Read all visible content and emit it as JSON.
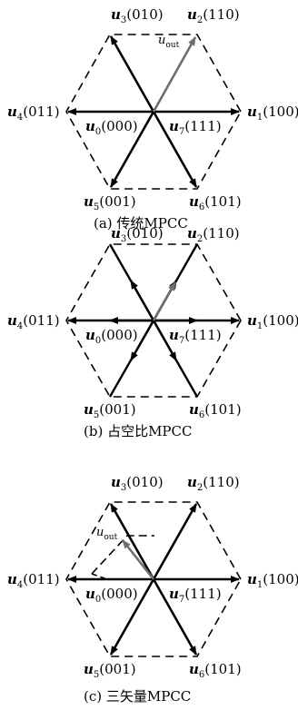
{
  "panels": [
    {
      "caption": "(a) 传统MPCC",
      "show_uout": true,
      "uout_label": "u",
      "uout_sub": "out"
    },
    {
      "caption": "(b) 占空比MPCC",
      "show_uout": false
    },
    {
      "caption": "(c) 三矢量MPCC",
      "show_uout": true,
      "uout_label": "u",
      "uout_sub": "out"
    }
  ],
  "vectors": {
    "u1": {
      "name": "u",
      "sub": "1",
      "code": "(100)"
    },
    "u2": {
      "name": "u",
      "sub": "2",
      "code": "(110)"
    },
    "u3": {
      "name": "u",
      "sub": "3",
      "code": "(010)"
    },
    "u4": {
      "name": "u",
      "sub": "4",
      "code": "(011)"
    },
    "u5": {
      "name": "u",
      "sub": "5",
      "code": "(001)"
    },
    "u6": {
      "name": "u",
      "sub": "6",
      "code": "(101)"
    },
    "u0": {
      "name": "u",
      "sub": "0",
      "code": "(000)"
    },
    "u7": {
      "name": "u",
      "sub": "7",
      "code": "(111)"
    }
  },
  "colors": {
    "vector": "#000000",
    "output_vector": "#6e6e6e",
    "hexagon": "#000000"
  }
}
